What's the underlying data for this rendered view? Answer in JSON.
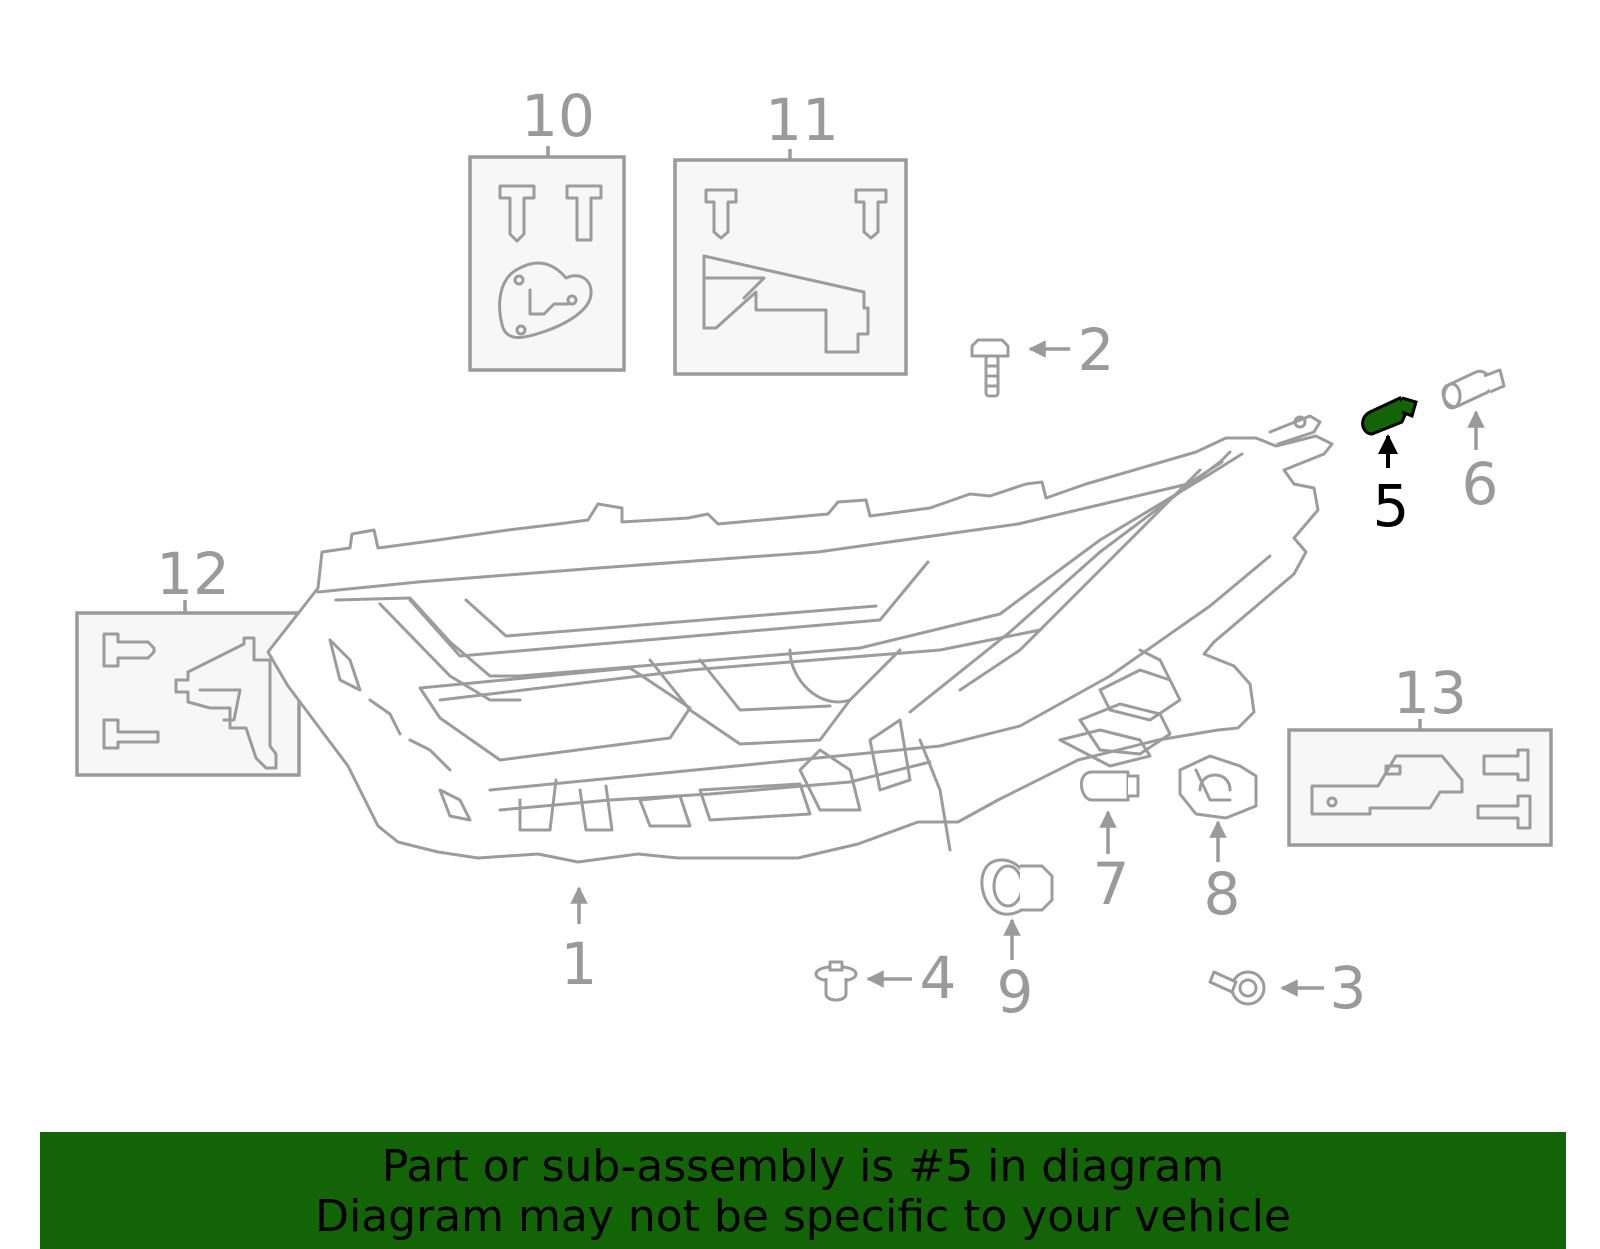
{
  "callouts": {
    "c1": "1",
    "c2": "2",
    "c3": "3",
    "c4": "4",
    "c5": "5",
    "c6": "6",
    "c7": "7",
    "c8": "8",
    "c9": "9",
    "c10": "10",
    "c11": "11",
    "c12": "12",
    "c13": "13"
  },
  "highlight": {
    "part": "5",
    "color": "#136307"
  },
  "banner": {
    "line1": "Part or sub-assembly is #5 in diagram",
    "line2": "Diagram may not be specific to your vehicle",
    "background": "#136307"
  }
}
